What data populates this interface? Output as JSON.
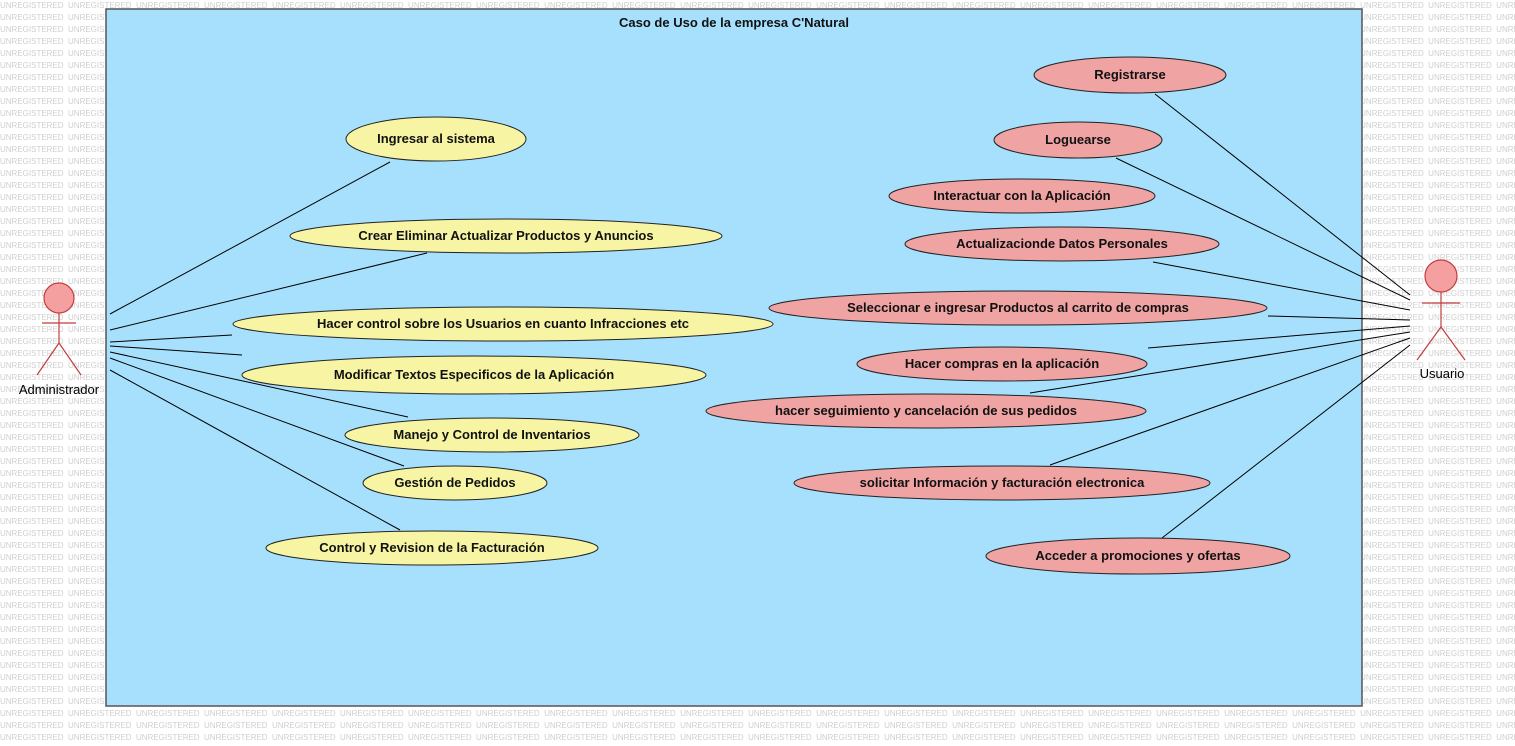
{
  "watermark_text": "UNREGISTERED",
  "system": {
    "title": "Caso de Uso de la empresa C'Natural"
  },
  "colors": {
    "system_fill": "#a6e0fc",
    "admin_usecase_fill": "#f7f5a3",
    "user_usecase_fill": "#efa3a3",
    "actor_fill": "#f5a0a0",
    "actor_stroke": "#c43c3c"
  },
  "actors": {
    "admin": {
      "name": "Administrador"
    },
    "user": {
      "name": "Usuario"
    }
  },
  "admin_usecases": [
    {
      "label": "Ingresar al sistema"
    },
    {
      "label": "Crear Eliminar Actualizar Productos y Anuncios"
    },
    {
      "label": "Hacer control sobre los Usuarios en cuanto Infracciones etc"
    },
    {
      "label": "Modificar Textos Especificos de la Aplicación"
    },
    {
      "label": "Manejo y Control de Inventarios"
    },
    {
      "label": "Gestión de Pedidos"
    },
    {
      "label": "Control y Revision de la Facturación"
    }
  ],
  "user_usecases": [
    {
      "label": "Registrarse"
    },
    {
      "label": "Loguearse"
    },
    {
      "label": "Interactuar con la Aplicación"
    },
    {
      "label": "Actualizacionde Datos Personales"
    },
    {
      "label": "Seleccionar e ingresar Productos al carrito de compras"
    },
    {
      "label": "Hacer compras en la aplicación"
    },
    {
      "label": "hacer seguimiento y cancelación de sus pedidos"
    },
    {
      "label": "solicitar Información y facturación electronica"
    },
    {
      "label": "Acceder a promociones y ofertas"
    }
  ]
}
